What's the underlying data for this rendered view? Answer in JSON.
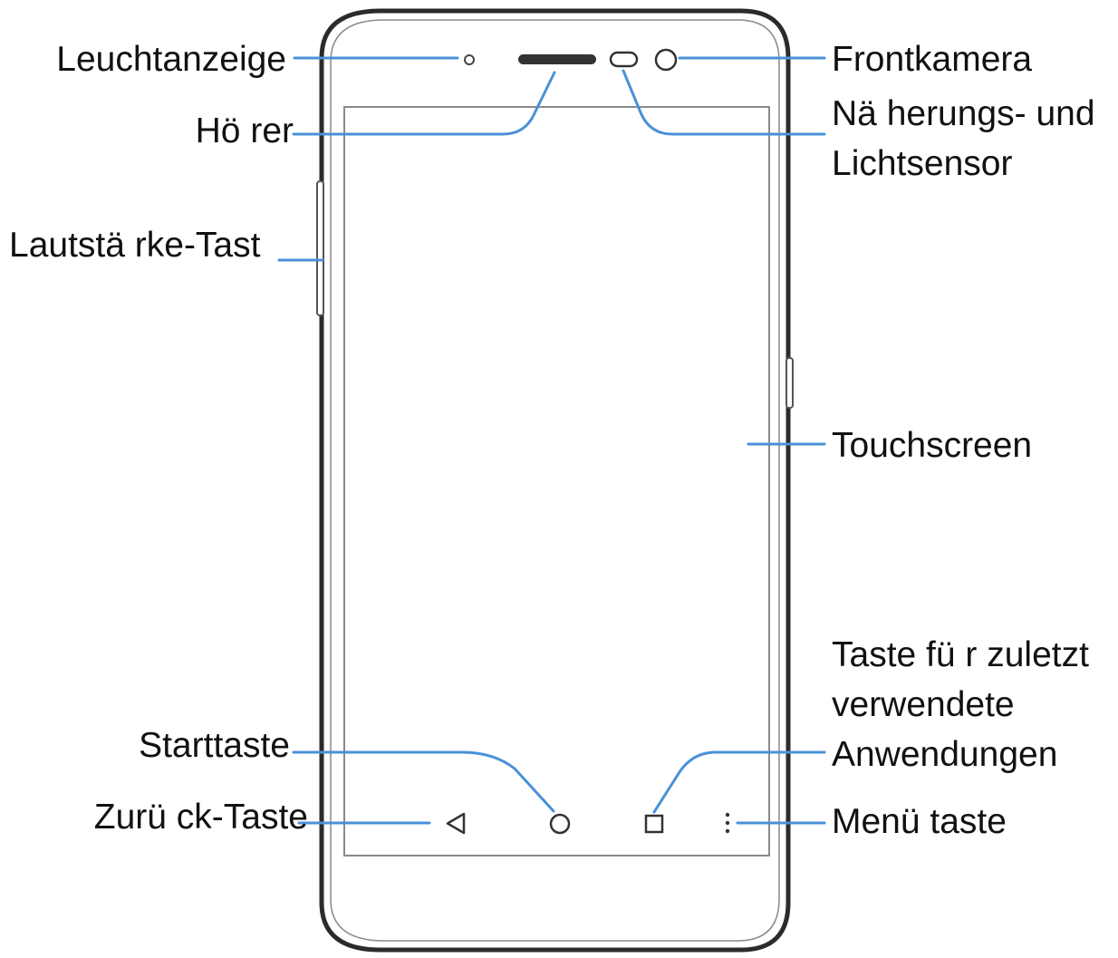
{
  "colors": {
    "leader_line": "#4a90d9",
    "device_outline": "#2b2b2b",
    "device_inner": "#8a8a8a",
    "text": "#111111"
  },
  "icons": {
    "back": "back-triangle-icon",
    "home": "home-circle-icon",
    "recent": "recent-square-icon",
    "menu": "menu-dots-icon"
  },
  "labels": {
    "notification_light": "Leuchtanzeige",
    "earpiece": "Hö rer",
    "volume_key": "Lautstä rke-Tast",
    "front_camera": "Frontkamera",
    "proximity_sensor_line1": "Nä herungs- und",
    "proximity_sensor_line2": "Lichtsensor",
    "touchscreen": "Touchscreen",
    "recent_apps_line1": "Taste fü r zuletzt",
    "recent_apps_line2": "verwendete",
    "recent_apps_line3": "Anwendungen",
    "home_key": "Starttaste",
    "back_key": "Zurü ck-Taste",
    "menu_key": "Menü taste"
  }
}
